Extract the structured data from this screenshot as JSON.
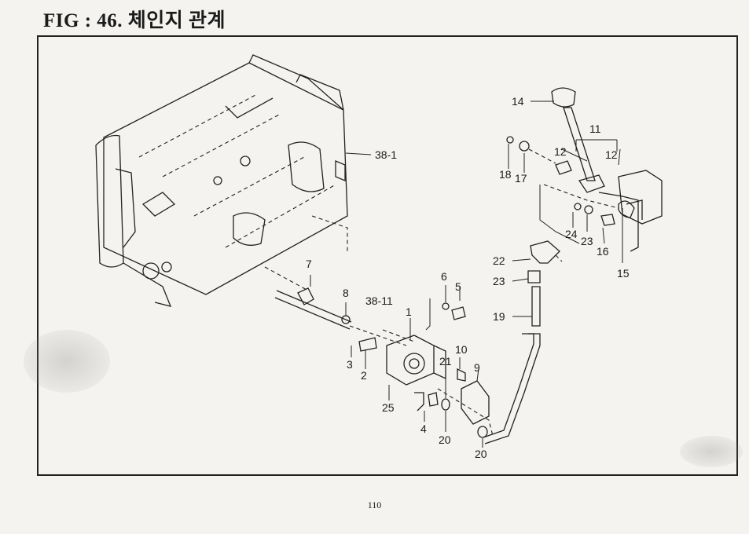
{
  "figure": {
    "title": "FIG : 46. 체인지 관계"
  },
  "labels": {
    "p38_1": "38-1",
    "p14": "14",
    "p11": "11",
    "p12a": "12",
    "p12b": "12",
    "p18": "18",
    "p17": "17",
    "p24": "24",
    "p23a": "23",
    "p16": "16",
    "p15": "15",
    "p22": "22",
    "p23b": "23",
    "p19": "19",
    "p7": "7",
    "p8": "8",
    "p6": "6",
    "p5": "5",
    "p38_11": "38-11",
    "p1": "1",
    "p3": "3",
    "p2": "2",
    "p25": "25",
    "p10": "10",
    "p21": "21",
    "p9": "9",
    "p4": "4",
    "p20a": "20",
    "p20b": "20"
  },
  "page": {
    "number": "110"
  }
}
